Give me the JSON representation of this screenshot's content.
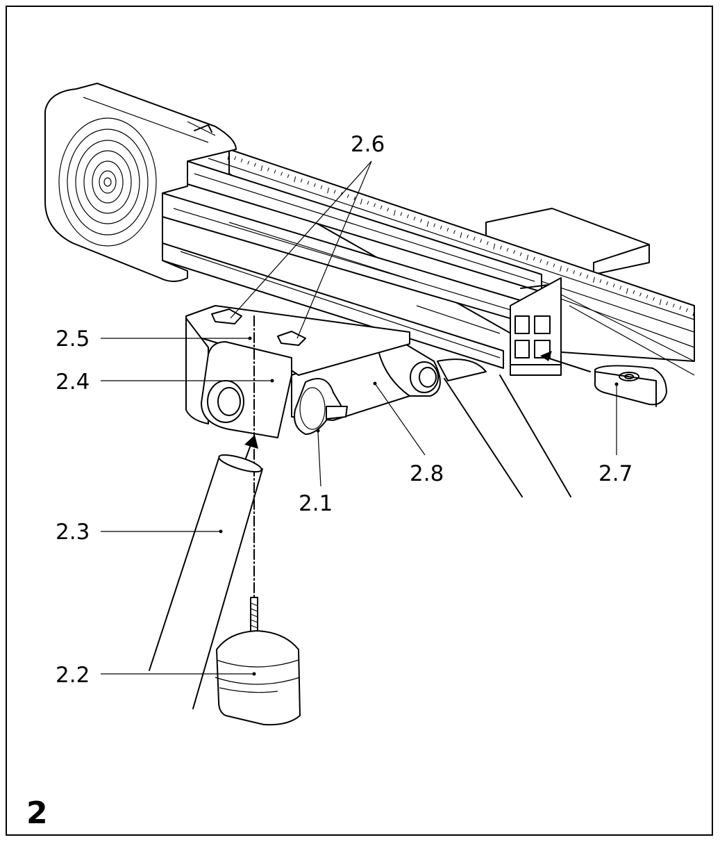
{
  "figure": {
    "number": "2",
    "callouts": {
      "c2_1": "2.1",
      "c2_2": "2.2",
      "c2_3": "2.3",
      "c2_4": "2.4",
      "c2_5": "2.5",
      "c2_6": "2.6",
      "c2_7": "2.7",
      "c2_8": "2.8"
    }
  },
  "colors": {
    "line": "#000000",
    "background": "#ffffff"
  }
}
